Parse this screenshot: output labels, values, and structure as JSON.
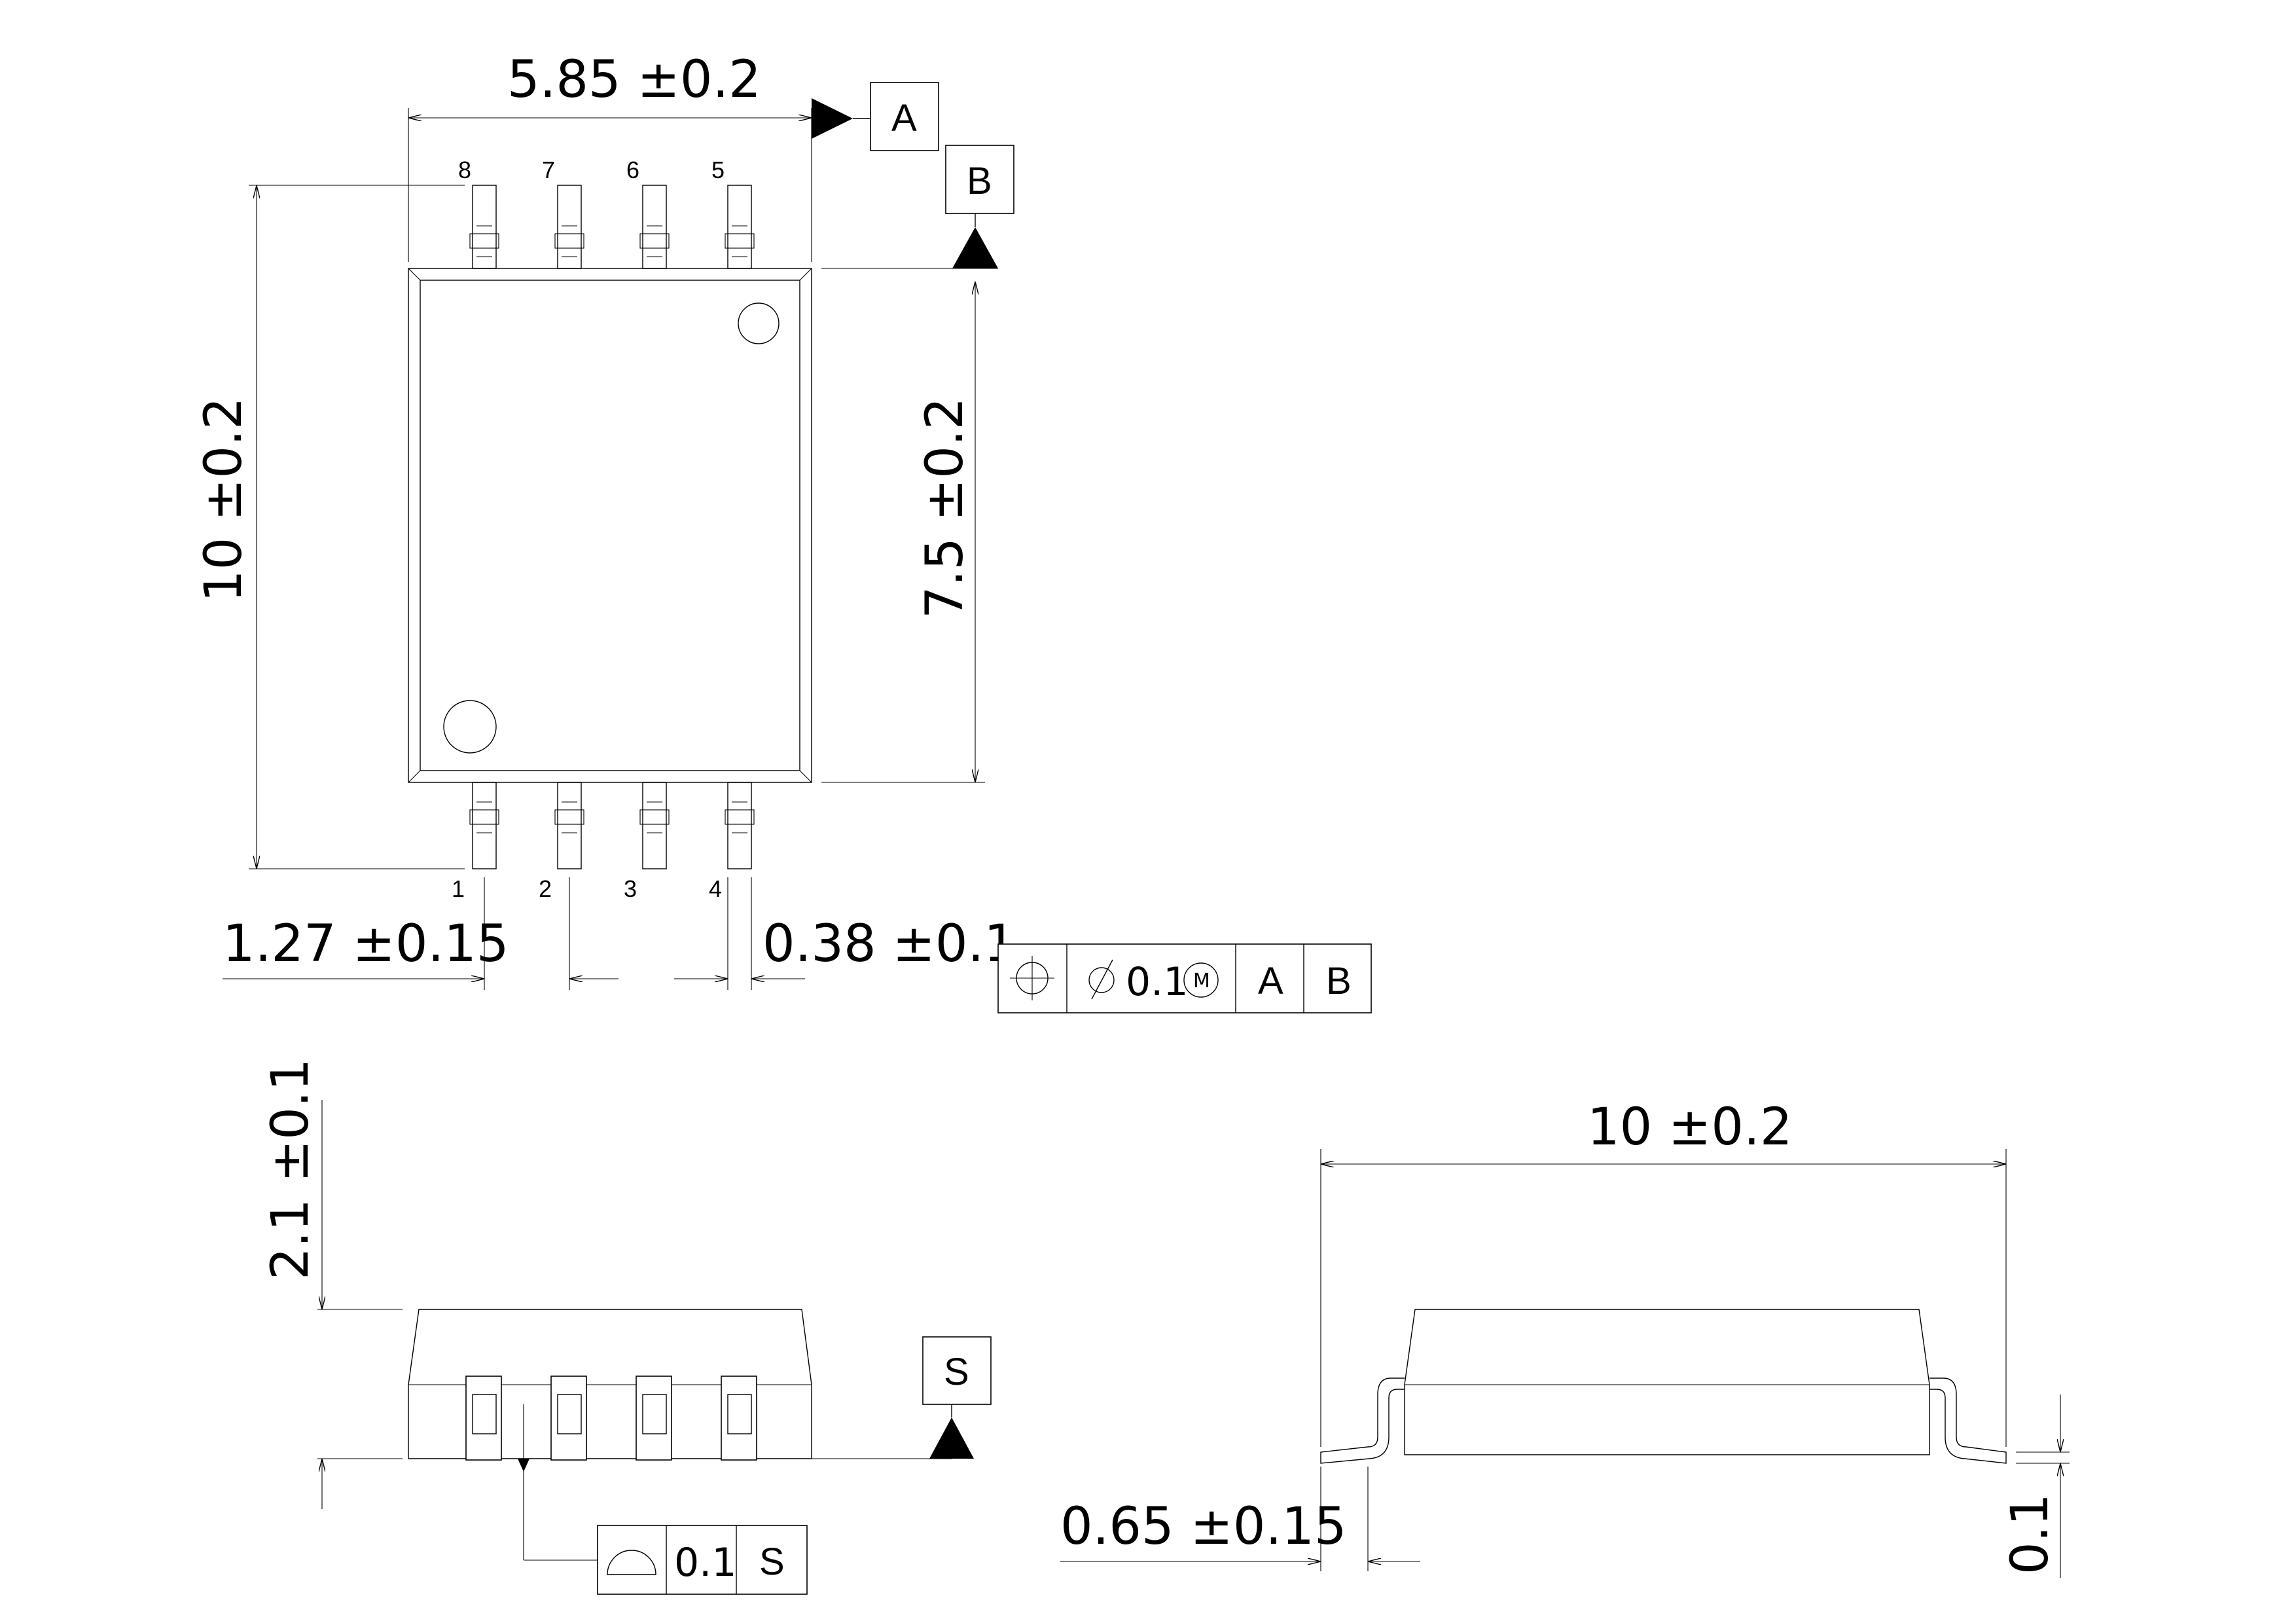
{
  "top_view": {
    "dim_width": "5.85 ±0.2",
    "dim_overall_length": "10 ±0.2",
    "dim_body_length": "7.5 ±0.2",
    "dim_pitch": "1.27 ±0.15",
    "dim_lead_width": "0.38 ±0.1",
    "datum_a": "A",
    "datum_b": "B",
    "pins_top": [
      "8",
      "7",
      "6",
      "5"
    ],
    "pins_bottom": [
      "1",
      "2",
      "3",
      "4"
    ],
    "position_tolerance": {
      "symbol": "position-icon",
      "value": "0.1",
      "modifier": "M",
      "datum_1": "A",
      "datum_2": "B"
    }
  },
  "side_view": {
    "dim_height": "2.1 ±0.1",
    "datum_s": "S",
    "flatness_tolerance": {
      "symbol": "surface-profile-icon",
      "value": "0.1",
      "datum": "S"
    }
  },
  "end_view": {
    "dim_span": "10 ±0.2",
    "dim_foot": "0.65 ±0.15",
    "dim_standoff": "0.1"
  }
}
